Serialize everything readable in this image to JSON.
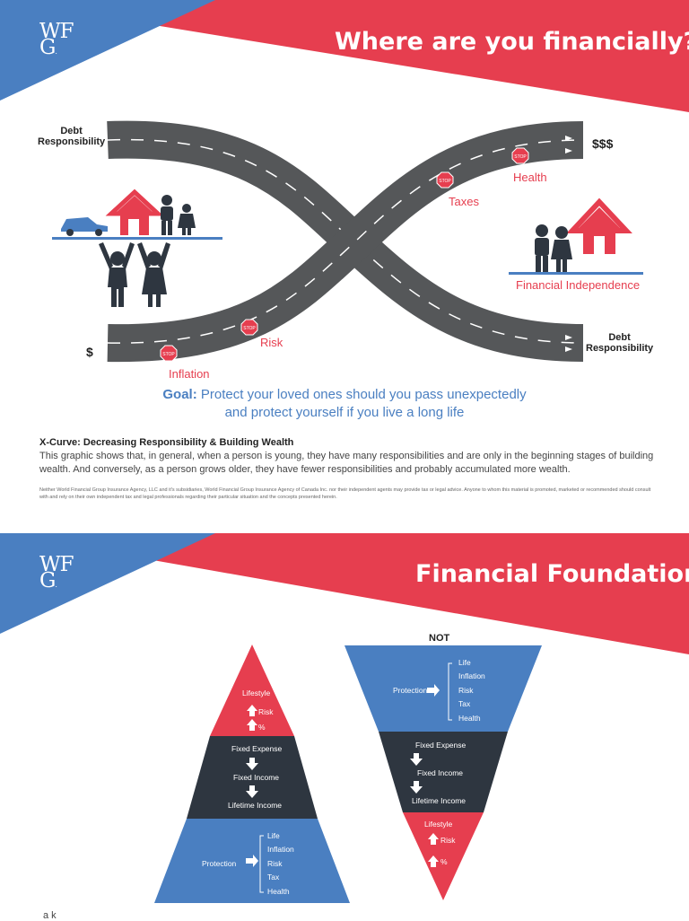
{
  "colors": {
    "blue": "#4a7fc1",
    "red": "#e63e4f",
    "dark": "#2e3640",
    "road": "#555759",
    "white": "#ffffff"
  },
  "logo": {
    "line1": "WF",
    "line2": "G",
    "mark": "."
  },
  "section1": {
    "title": "Where are you financially?",
    "debt_left": [
      "Debt",
      "Responsibility"
    ],
    "debt_right": [
      "Debt",
      "Responsibility"
    ],
    "money_high": "$$$",
    "money_low": "$",
    "stop_sign_text": "STOP",
    "labels": {
      "health": "Health",
      "taxes": "Taxes",
      "risk": "Risk",
      "inflation": "Inflation",
      "independence": "Financial Independence"
    },
    "goal_prefix": "Goal:",
    "goal_line1": "Protect your loved ones should you pass unexpectedly",
    "goal_line2": "and protect yourself if you live a long life",
    "xcurve_title": "X-Curve: Decreasing Responsibility & Building Wealth",
    "xcurve_body": "This graphic shows that, in general, when a person is young, they have many responsibilities and are only in the beginning stages of building wealth. And conversely, as a person grows older, they have fewer responsibilities and probably accumulated more wealth.",
    "disclaimer": "Neither World Financial Group Insurance Agency, LLC and it's subsidiaries, World Financial Group Insurance Agency of Canada Inc. nor their independent agents may provide tax or legal advice. Anyone to whom this material is promoted, marketed or recommended should consult with and rely on their own independent tax and legal professionals regarding their particular situation and the concepts presented herein."
  },
  "section2": {
    "title": "Financial Foundation",
    "not_label": "NOT",
    "pyramid": {
      "lifestyle": "Lifestyle",
      "risk": "Risk",
      "percent": "%",
      "fixed_expense": "Fixed Expense",
      "fixed_income": "Fixed Income",
      "lifetime_income": "Lifetime Income",
      "protection": "Protection",
      "items": [
        "Life",
        "Inflation",
        "Risk",
        "Tax",
        "Health"
      ]
    },
    "inverted": {
      "protection": "Protection",
      "items": [
        "Life",
        "Inflation",
        "Risk",
        "Tax",
        "Health"
      ],
      "fixed_expense": "Fixed Expense",
      "fixed_income": "Fixed Income",
      "lifetime_income": "Lifetime Income",
      "lifestyle": "Lifestyle",
      "risk": "Risk",
      "percent": "%"
    },
    "cut_text": "a   k"
  }
}
